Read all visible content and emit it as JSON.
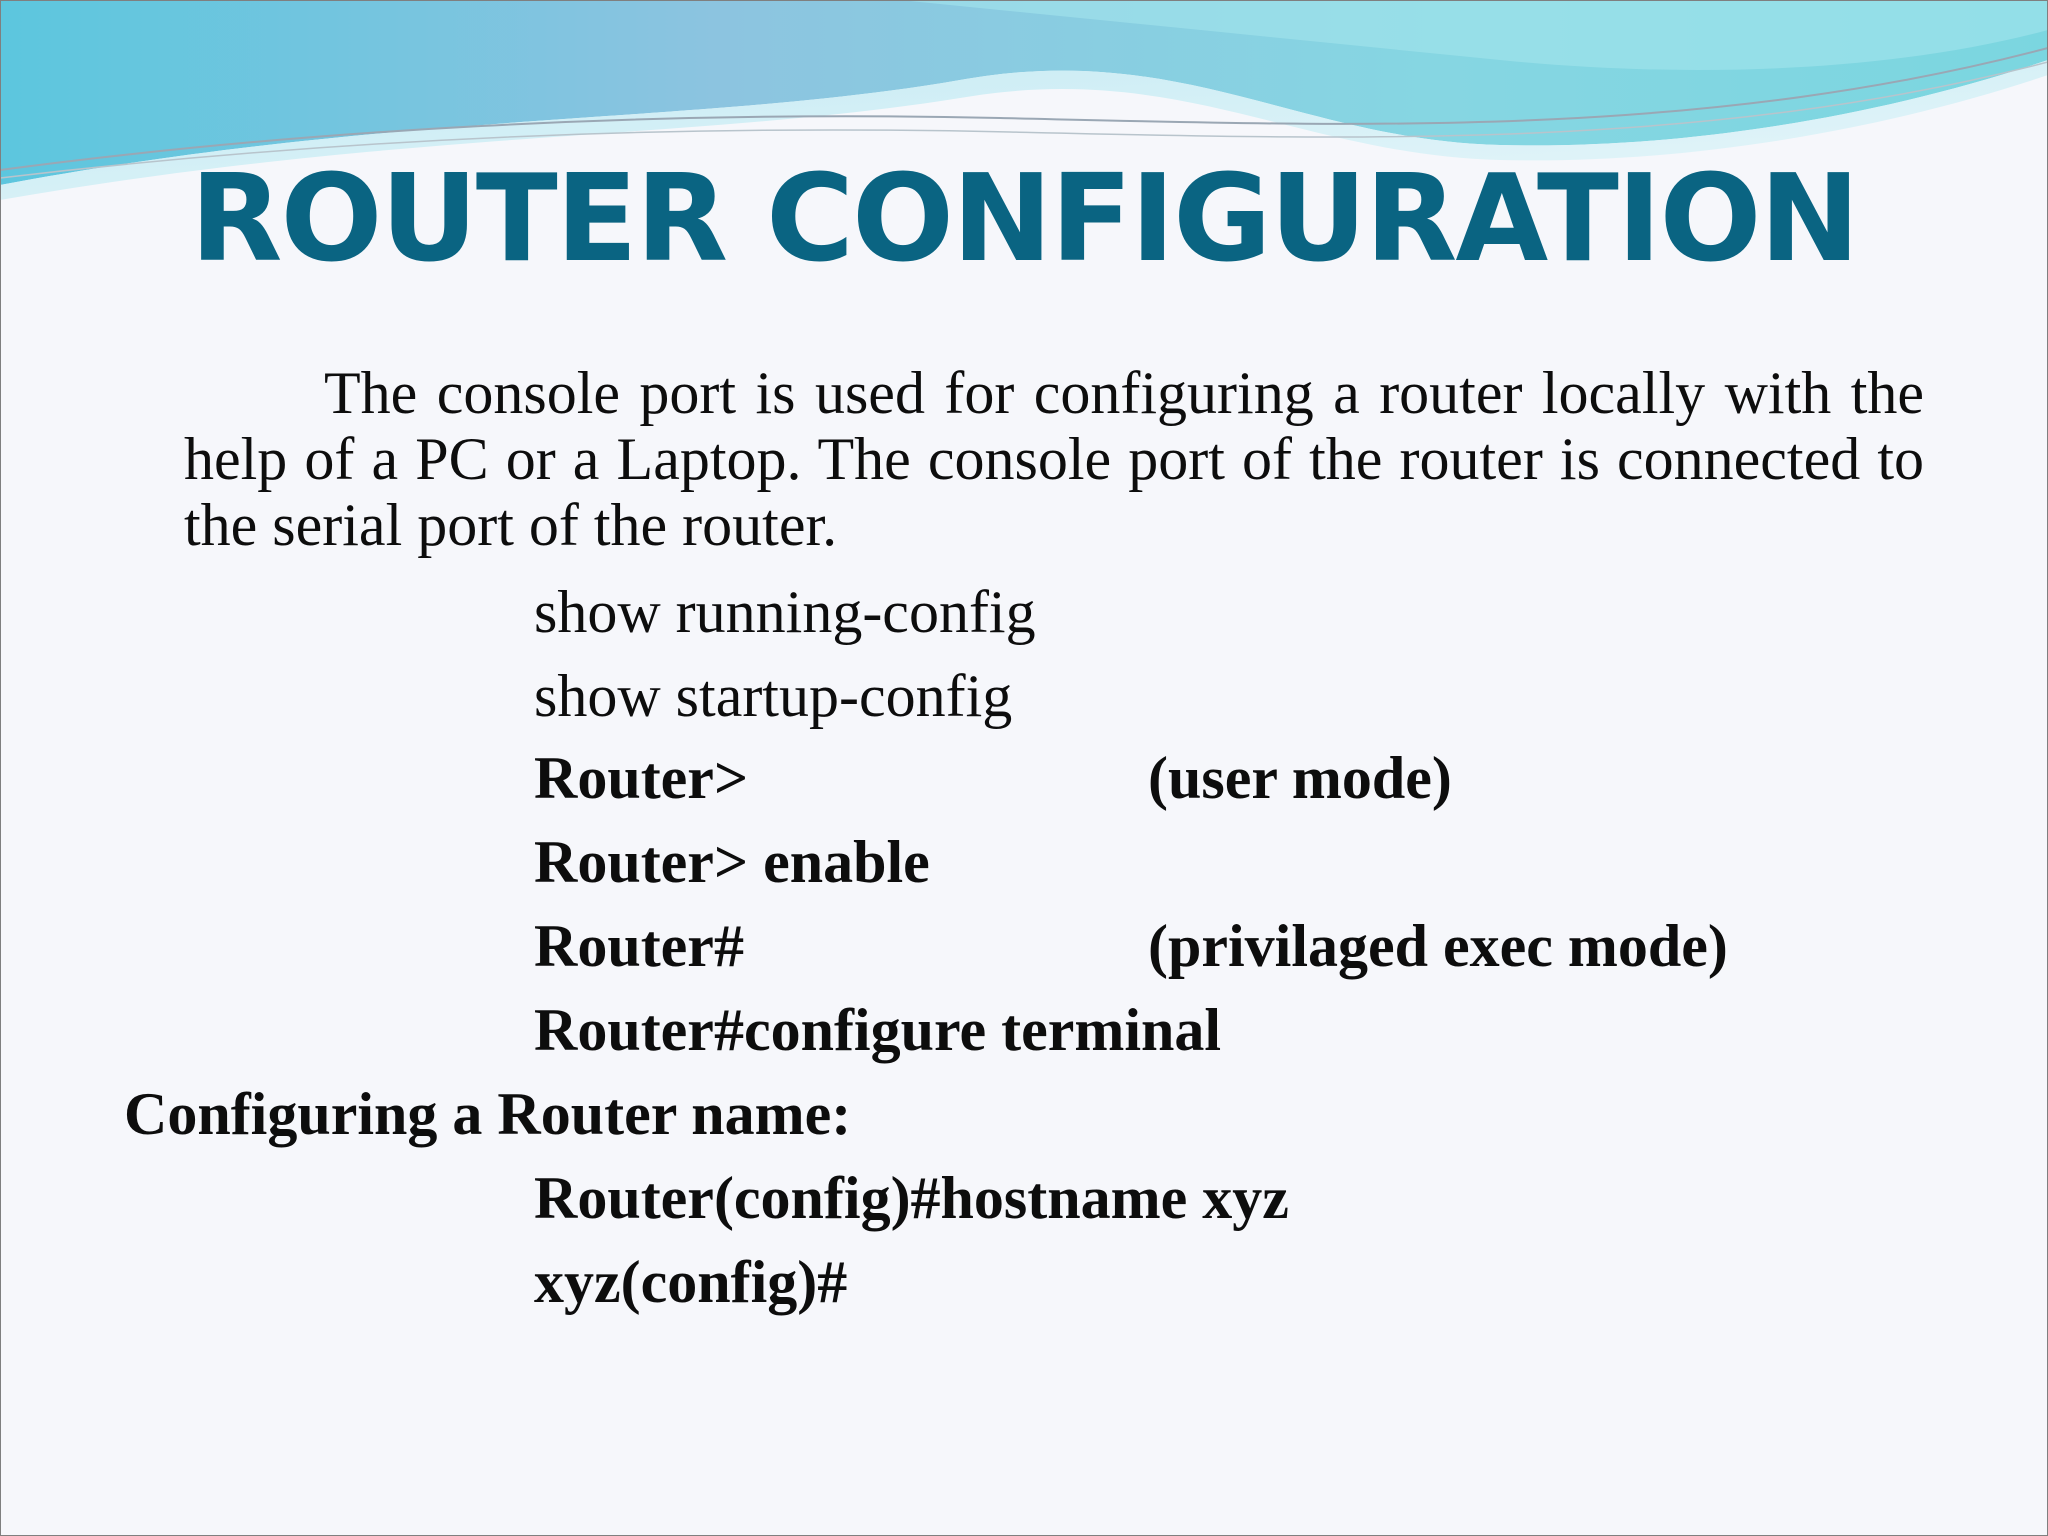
{
  "slide": {
    "title": "ROUTER CONFIGURATION",
    "intro": "The console port is used for configuring a router locally with the help of a PC or a Laptop. The console port of the router is connected to the serial port of the router.",
    "commands": [
      {
        "text": "show running-config",
        "note": ""
      },
      {
        "text": "show startup-config",
        "note": ""
      },
      {
        "text": "Router>",
        "note": "(user mode)"
      },
      {
        "text": "Router> enable",
        "note": ""
      },
      {
        "text": "Router#",
        "note": "(privilaged exec mode)"
      },
      {
        "text": "Router#configure terminal",
        "note": ""
      }
    ],
    "section_heading": "Configuring a Router name:",
    "name_commands": [
      "Router(config)#hostname xyz",
      "xyz(config)#"
    ]
  },
  "colors": {
    "title": "#0a6482",
    "body_text": "#0d0d0d",
    "background": "#f6f7fb",
    "wave_light": "#8fd8e4",
    "wave_dark": "#6fbcd6"
  }
}
